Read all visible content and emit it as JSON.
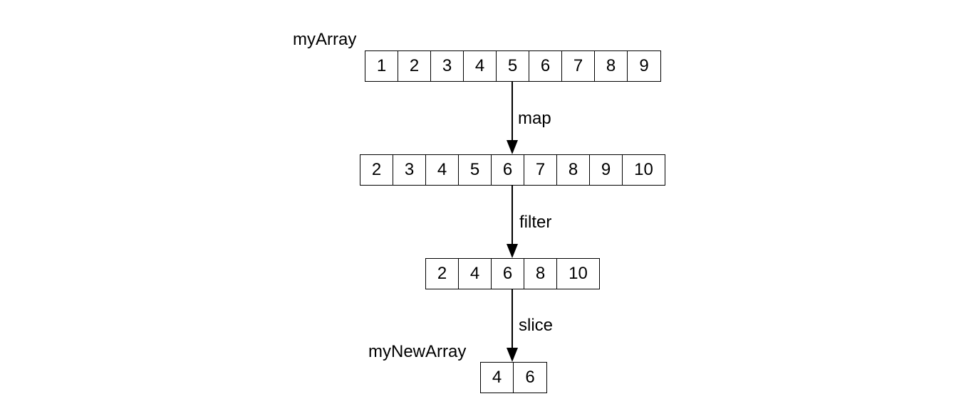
{
  "arrays": [
    {
      "name": "myArray",
      "values": [
        "1",
        "2",
        "3",
        "4",
        "5",
        "6",
        "7",
        "8",
        "9"
      ]
    },
    {
      "name": "",
      "values": [
        "2",
        "3",
        "4",
        "5",
        "6",
        "7",
        "8",
        "9",
        "10"
      ]
    },
    {
      "name": "",
      "values": [
        "2",
        "4",
        "6",
        "8",
        "10"
      ]
    },
    {
      "name": "myNewArray",
      "values": [
        "4",
        "6"
      ]
    }
  ],
  "operations": [
    "map",
    "filter",
    "slice"
  ]
}
